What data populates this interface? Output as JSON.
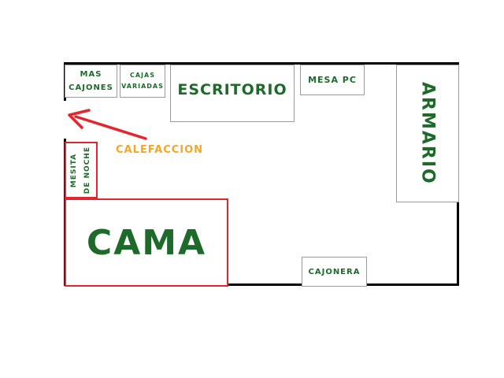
{
  "colors": {
    "label_green": "#1e6a2b",
    "heater_orange": "#f5a623",
    "arrow_red": "#e3262d",
    "wall": "#000000"
  },
  "furniture": {
    "mas_cajones": {
      "line1": "MAS",
      "line2": "CAJONES"
    },
    "cajas_variadas": {
      "line1": "CAJAS",
      "line2": "VARIADAS"
    },
    "escritorio": "ESCRITORIO",
    "mesa_pc": "MESA PC",
    "armario": "ARMARIO",
    "mesita": {
      "line1": "MESITA",
      "line2": "DE NOCHE"
    },
    "cama": "CAMA",
    "cajonera": "CAJONERA"
  },
  "heater": {
    "label": "CALEFACCION",
    "icon": "arrow-left-icon"
  }
}
